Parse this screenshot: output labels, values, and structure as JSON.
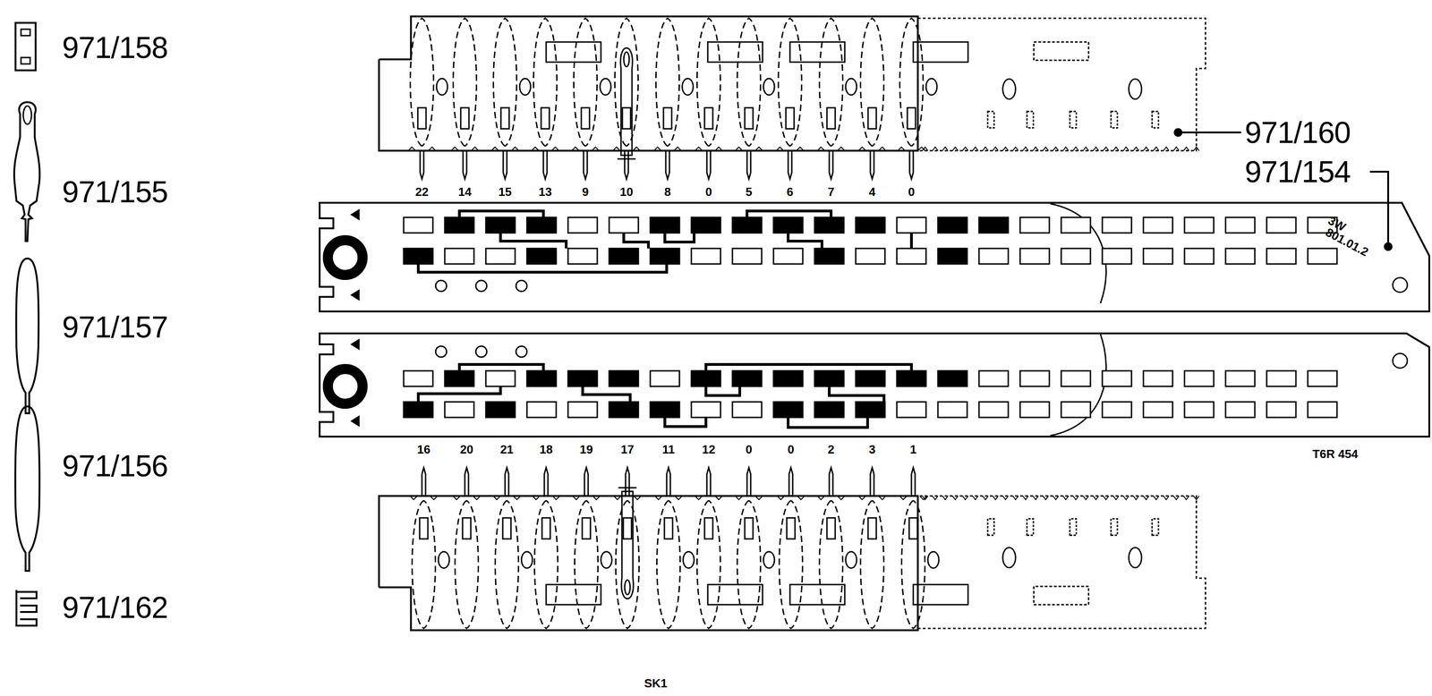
{
  "diagram": {
    "labels": [
      "22",
      "14",
      "15",
      "13",
      "9",
      "10",
      "8",
      "0",
      "5",
      "6",
      "7",
      "4",
      "0",
      "16",
      "20",
      "21",
      "18",
      "19",
      "17",
      "11",
      "12",
      "0",
      "0",
      "2",
      "3",
      "1",
      "971/160",
      "971/154",
      "3W",
      "801.01.2",
      "T6R 454",
      "SK1"
    ],
    "legend": [
      {
        "text": "971/158"
      },
      {
        "text": "971/155"
      },
      {
        "text": "971/157"
      },
      {
        "text": "971/156"
      },
      {
        "text": "971/162"
      }
    ]
  }
}
